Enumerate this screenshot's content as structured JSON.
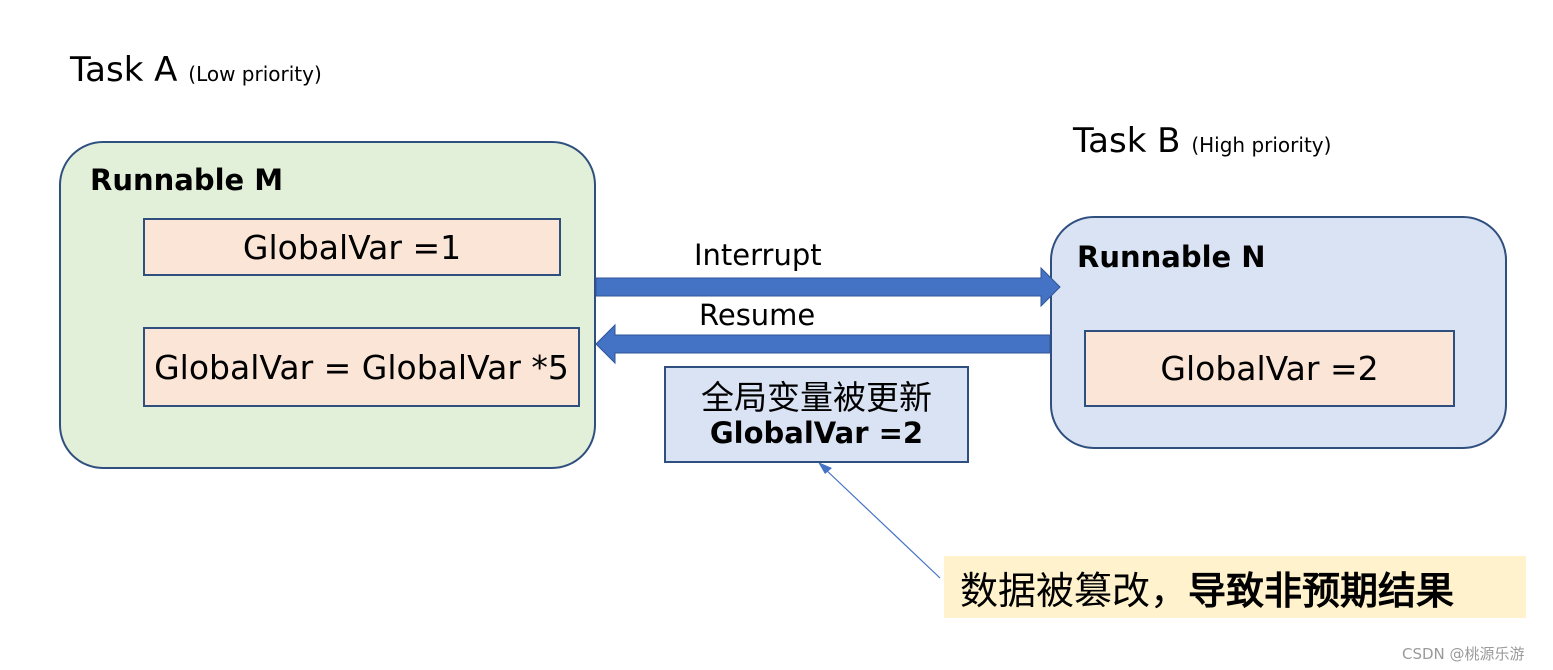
{
  "task_a": {
    "title": "Task A",
    "priority": "(Low priority)"
  },
  "task_b": {
    "title": "Task B",
    "priority": "(High priority)"
  },
  "runnable_m": {
    "label": "Runnable M",
    "statement_1": "GlobalVar =1",
    "statement_2": "GlobalVar = GlobalVar *5"
  },
  "runnable_n": {
    "label": "Runnable N",
    "statement_1": "GlobalVar =2"
  },
  "arrows": {
    "interrupt": "Interrupt",
    "resume": "Resume"
  },
  "note": {
    "line1": "全局变量被更新",
    "line2": "GlobalVar =2"
  },
  "callout": {
    "part1": "数据被篡改，",
    "part2": "导致非预期结果"
  },
  "watermark": "CSDN @桃源乐游",
  "colors": {
    "runnable_m_fill": "#e2efd9",
    "runnable_n_fill": "#dae3f3",
    "statement_fill": "#fbe5d6",
    "arrow_fill": "#4472c4",
    "border": "#2f4f7f",
    "callout_fill": "#fff2cc"
  }
}
